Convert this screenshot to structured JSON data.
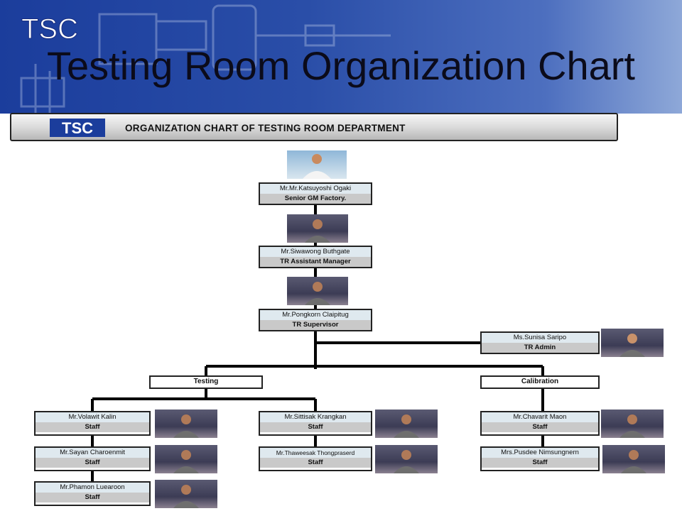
{
  "header": {
    "logo_text": "TSC",
    "title": "Testing Room Organization Chart"
  },
  "banner": {
    "logo_text": "TSC",
    "text": "ORGANIZATION CHART OF  TESTING ROOM DEPARTMENT"
  },
  "nodes": {
    "gm": {
      "name": "Mr.Mr.Katsuyoshi  Ogaki",
      "position": "Senior GM Factory."
    },
    "asst": {
      "name": "Mr.Siwawong  Buthgate",
      "position": "TR Assistant Manager"
    },
    "sup": {
      "name": "Mr.Pongkorn  Claipitug",
      "position": "TR Supervisor"
    },
    "admin": {
      "name": "Ms.Sunisa  Saripo",
      "position": "TR Admin"
    },
    "testing": {
      "label": "Testing"
    },
    "calibration": {
      "label": "Calibration"
    },
    "t1": {
      "name": "Mr.Volawit  Kalin",
      "position": "Staff"
    },
    "t2": {
      "name": "Mr.Sayan  Charoenmit",
      "position": "Staff"
    },
    "t3": {
      "name": "Mr.Phamon  Luearoon",
      "position": "Staff"
    },
    "t4": {
      "name": "Mr.Sittisak  Krangkan",
      "position": "Staff"
    },
    "t5": {
      "name": "Mr.Thaweesak  Thongpraserd",
      "position": "Staff"
    },
    "c1": {
      "name": "Mr.Chavarit  Maon",
      "position": "Staff"
    },
    "c2": {
      "name": "Mrs.Pusdee  Nimsungnern",
      "position": "Staff"
    }
  },
  "colors": {
    "header_dark": "#1b3d9c",
    "header_light": "#8ea8d8",
    "name_bar": "#dfe9ef",
    "position_bar": "#c9c9c9"
  }
}
